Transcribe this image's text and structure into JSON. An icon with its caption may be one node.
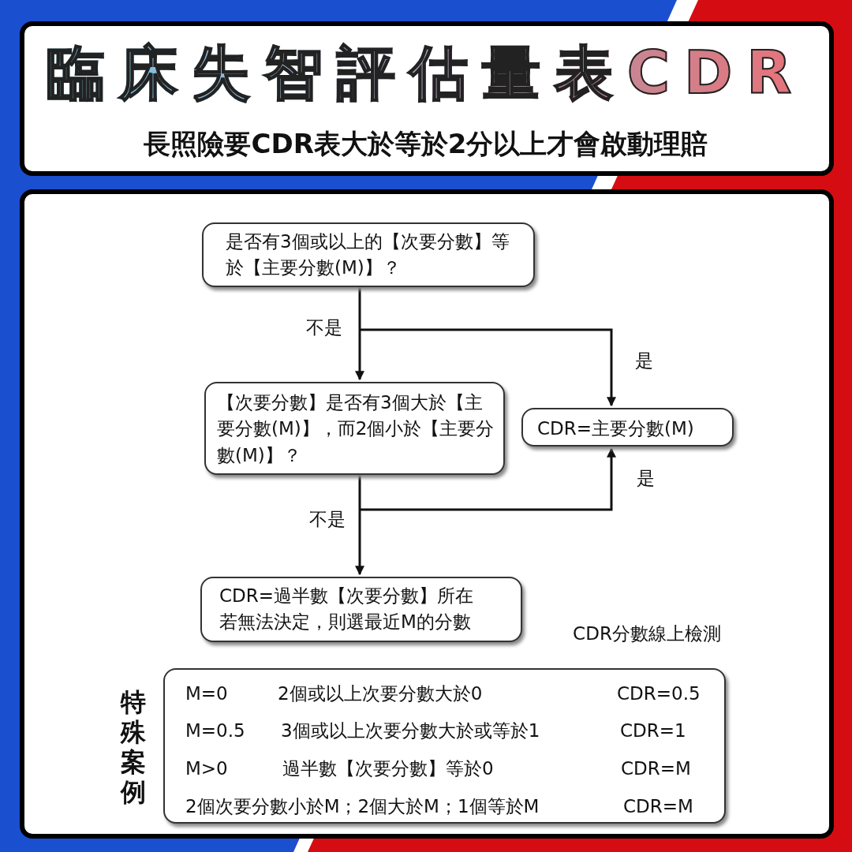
{
  "diagram": {
    "title": "臨床失智評估量表CDR",
    "nodes": [
      {
        "text": [
          "是否有3個或以上的【次要分數】等於【主要分數(M)】？"
        ]
      },
      {
        "text": [
          "【次要分數】是否有3個大於【主要分數(M)】，而2個小於【主要分數(M)】？"
        ]
      },
      {
        "text": [
          "CDR=主要分數(M)"
        ]
      },
      {
        "text": [
          "CDR=過半數【次要分數】所在",
          "若無法決定，則選最近M的分數"
        ]
      },
      {
        "text": [
          "特殊案例",
          "M=0",
          "2個或以上次要分數大於0",
          "CDR=0.5",
          "M=0.5",
          "3個或以上次要分數大於或等於1",
          "CDR=1",
          "M>0",
          "過半數【次要分數】等於0",
          "CDR=M",
          "2個次要分數小於M；2個大於M；1個等於M",
          "CDR=M"
        ]
      }
    ],
    "edges": [
      {
        "from": 0,
        "to": 1,
        "arrow": "to",
        "label": "不是"
      },
      {
        "from": 0,
        "to": 2,
        "arrow": "to",
        "label": "是"
      },
      {
        "from": 1,
        "to": 3,
        "arrow": "to",
        "label": "不是"
      },
      {
        "from": 1,
        "to": 2,
        "arrow": "to",
        "label": "是"
      }
    ],
    "labels": [
      "長照險要CDR表大於等於2分以上才會啟動理賠",
      "CDR分數線上檢測"
    ]
  }
}
